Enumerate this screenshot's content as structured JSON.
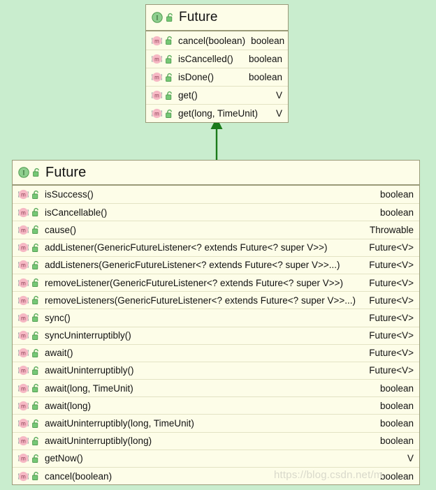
{
  "diagram": {
    "type": "uml-class-diagram",
    "background_color": "#c9edce",
    "box_fill_color": "#fdfde8",
    "border_color": "#9a9a78",
    "arrow_color": "#1a7a1a",
    "relationship": "generalization",
    "relationship_direction": "bottom-to-top"
  },
  "watermark": {
    "text": "https://blog.csdn.net/m"
  },
  "top_class": {
    "name": "Future",
    "stereotype_icon": "interface-icon",
    "visibility_icon": "unlock-icon",
    "members": [
      {
        "icon": "method-icon",
        "lock": "unlock-icon",
        "signature": "cancel(boolean)",
        "type": "boolean"
      },
      {
        "icon": "method-icon",
        "lock": "unlock-icon",
        "signature": "isCancelled()",
        "type": "boolean"
      },
      {
        "icon": "method-icon",
        "lock": "unlock-icon",
        "signature": "isDone()",
        "type": "boolean"
      },
      {
        "icon": "method-icon",
        "lock": "unlock-icon",
        "signature": "get()",
        "type": "V"
      },
      {
        "icon": "method-icon",
        "lock": "unlock-icon",
        "signature": "get(long, TimeUnit)",
        "type": "V"
      }
    ]
  },
  "bottom_class": {
    "name": "Future",
    "stereotype_icon": "interface-icon",
    "visibility_icon": "unlock-icon",
    "members": [
      {
        "icon": "method-icon",
        "lock": "unlock-icon",
        "signature": "isSuccess()",
        "type": "boolean"
      },
      {
        "icon": "method-icon",
        "lock": "unlock-icon",
        "signature": "isCancellable()",
        "type": "boolean"
      },
      {
        "icon": "method-icon",
        "lock": "unlock-icon",
        "signature": "cause()",
        "type": "Throwable"
      },
      {
        "icon": "method-icon",
        "lock": "unlock-icon",
        "signature": "addListener(GenericFutureListener<? extends Future<? super V>>)",
        "type": "Future<V>"
      },
      {
        "icon": "method-icon",
        "lock": "unlock-icon",
        "signature": "addListeners(GenericFutureListener<? extends Future<? super V>>...)",
        "type": "Future<V>"
      },
      {
        "icon": "method-icon",
        "lock": "unlock-icon",
        "signature": "removeListener(GenericFutureListener<? extends Future<? super V>>)",
        "type": "Future<V>"
      },
      {
        "icon": "method-icon",
        "lock": "unlock-icon",
        "signature": "removeListeners(GenericFutureListener<? extends Future<? super V>>...)",
        "type": "Future<V>"
      },
      {
        "icon": "method-icon",
        "lock": "unlock-icon",
        "signature": "sync()",
        "type": "Future<V>"
      },
      {
        "icon": "method-icon",
        "lock": "unlock-icon",
        "signature": "syncUninterruptibly()",
        "type": "Future<V>"
      },
      {
        "icon": "method-icon",
        "lock": "unlock-icon",
        "signature": "await()",
        "type": "Future<V>"
      },
      {
        "icon": "method-icon",
        "lock": "unlock-icon",
        "signature": "awaitUninterruptibly()",
        "type": "Future<V>"
      },
      {
        "icon": "method-icon",
        "lock": "unlock-icon",
        "signature": "await(long, TimeUnit)",
        "type": "boolean"
      },
      {
        "icon": "method-icon",
        "lock": "unlock-icon",
        "signature": "await(long)",
        "type": "boolean"
      },
      {
        "icon": "method-icon",
        "lock": "unlock-icon",
        "signature": "awaitUninterruptibly(long, TimeUnit)",
        "type": "boolean"
      },
      {
        "icon": "method-icon",
        "lock": "unlock-icon",
        "signature": "awaitUninterruptibly(long)",
        "type": "boolean"
      },
      {
        "icon": "method-icon",
        "lock": "unlock-icon",
        "signature": "getNow()",
        "type": "V"
      },
      {
        "icon": "method-icon",
        "lock": "unlock-icon",
        "signature": "cancel(boolean)",
        "type": "boolean"
      }
    ]
  }
}
